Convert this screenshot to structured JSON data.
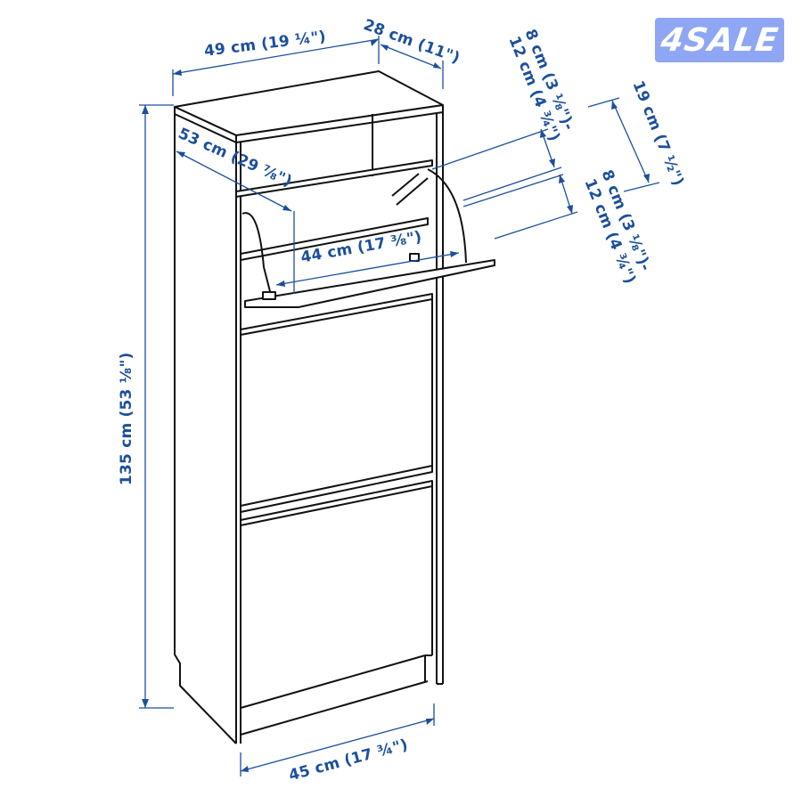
{
  "badge": {
    "text": "4SALE",
    "color": "#8ea6f3"
  },
  "colors": {
    "dimension": "#1b4f9c",
    "line": "#111111",
    "background": "#ffffff"
  },
  "dimensions": {
    "width_top": "49 cm (19 ¼\")",
    "depth_top": "28 cm (11\")",
    "open_depth": "53 cm (29 ⅞\")",
    "inner_width": "44 cm (17 ⅜\")",
    "height": "135 cm (53 ⅛\")",
    "width_bottom": "45 cm (17 ¾\")",
    "compartment_depth": "19 cm (7 ½\")",
    "heel_range_upper_line1": "8 cm (3 ⅛\")-",
    "heel_range_upper_line2": "12 cm (4 ¾\")",
    "heel_range_lower_line1": "8 cm (3 ⅛\")-",
    "heel_range_lower_line2": "12 cm (4 ¾\")"
  },
  "product": {
    "type": "shoe cabinet",
    "compartments": 3,
    "top_compartment_state": "open"
  }
}
